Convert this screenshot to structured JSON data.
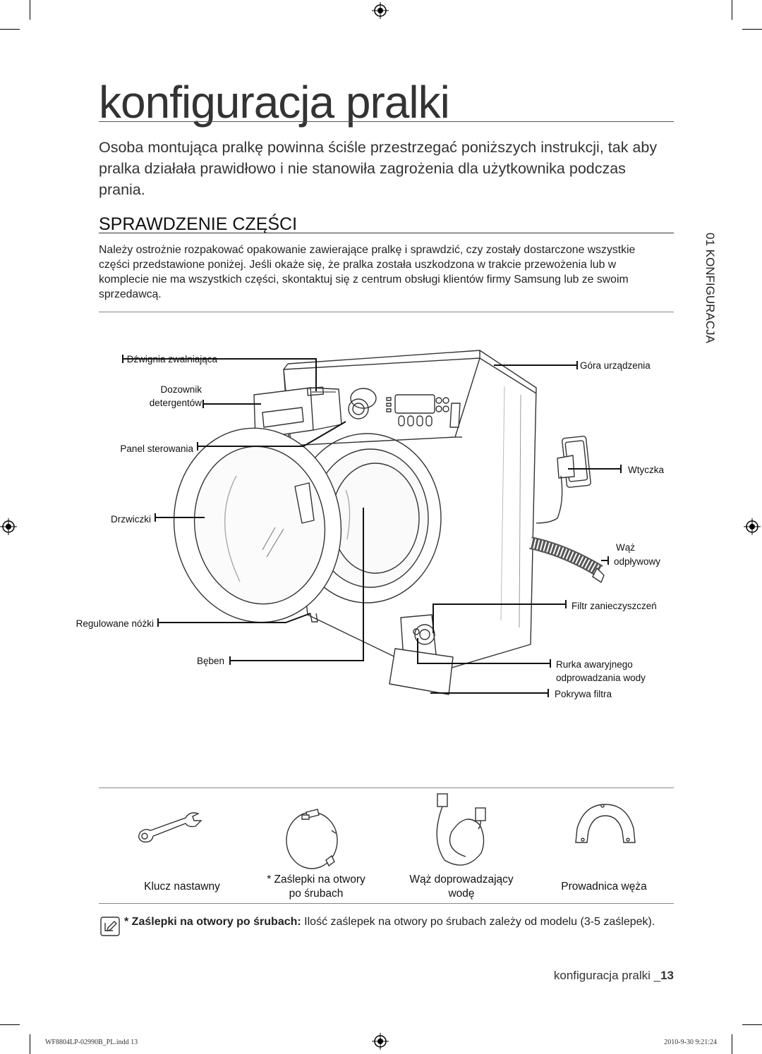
{
  "title": "konfiguracja pralki",
  "intro": "Osoba montująca pralkę powinna ściśle przestrzegać poniższych instrukcji, tak aby pralka działała prawidłowo i nie stanowiła zagrożenia dla użytkownika podczas prania.",
  "section": {
    "heading": "SPRAWDZENIE CZĘŚCI",
    "body": "Należy ostrożnie rozpakować opakowanie zawierające pralkę i sprawdzić, czy zostały dostarczone wszystkie części przedstawione poniżej. Jeśli okaże się, że pralka została uszkodzona w trakcie przewożenia lub w komplecie nie ma wszystkich części, skontaktuj się z centrum obsługi klientów firmy Samsung lub ze swoim sprzedawcą."
  },
  "side_tab": "01 KONFIGURACJA",
  "diagram_labels": {
    "release_lever": "Dźwignia zwalniająca",
    "dispenser_1": "Dozownik",
    "dispenser_2": "detergentów",
    "control_panel": "Panel sterowania",
    "door": "Drzwiczki",
    "feet": "Regulowane nóżki",
    "drum": "Bęben",
    "top": "Góra urządzenia",
    "plug": "Wtyczka",
    "drain_hose_1": "Wąż",
    "drain_hose_2": "odpływowy",
    "filter": "Filtr zanieczyszczeń",
    "emergency_1": "Rurka awaryjnego",
    "emergency_2": "odprowadzania wody",
    "filter_cover": "Pokrywa filtra"
  },
  "accessories": [
    {
      "line1": "Klucz nastawny",
      "line2": ""
    },
    {
      "line1": "* Zaślepki na otwory",
      "line2": "po śrubach"
    },
    {
      "line1": "Wąż doprowadzający",
      "line2": "wodę"
    },
    {
      "line1": "Prowadnica węża",
      "line2": ""
    }
  ],
  "note": {
    "bold": "* Zaślepki na otwory po śrubach:",
    "text": " Ilość zaślepek na otwory po śrubach zależy od modelu (3-5 zaślepek)."
  },
  "footer": {
    "label": "konfiguracja pralki _",
    "page": "13"
  },
  "print_info": {
    "file": "WF8804LP-02990B_PL.indd   13",
    "date": "2010-9-30   9:21:24"
  }
}
